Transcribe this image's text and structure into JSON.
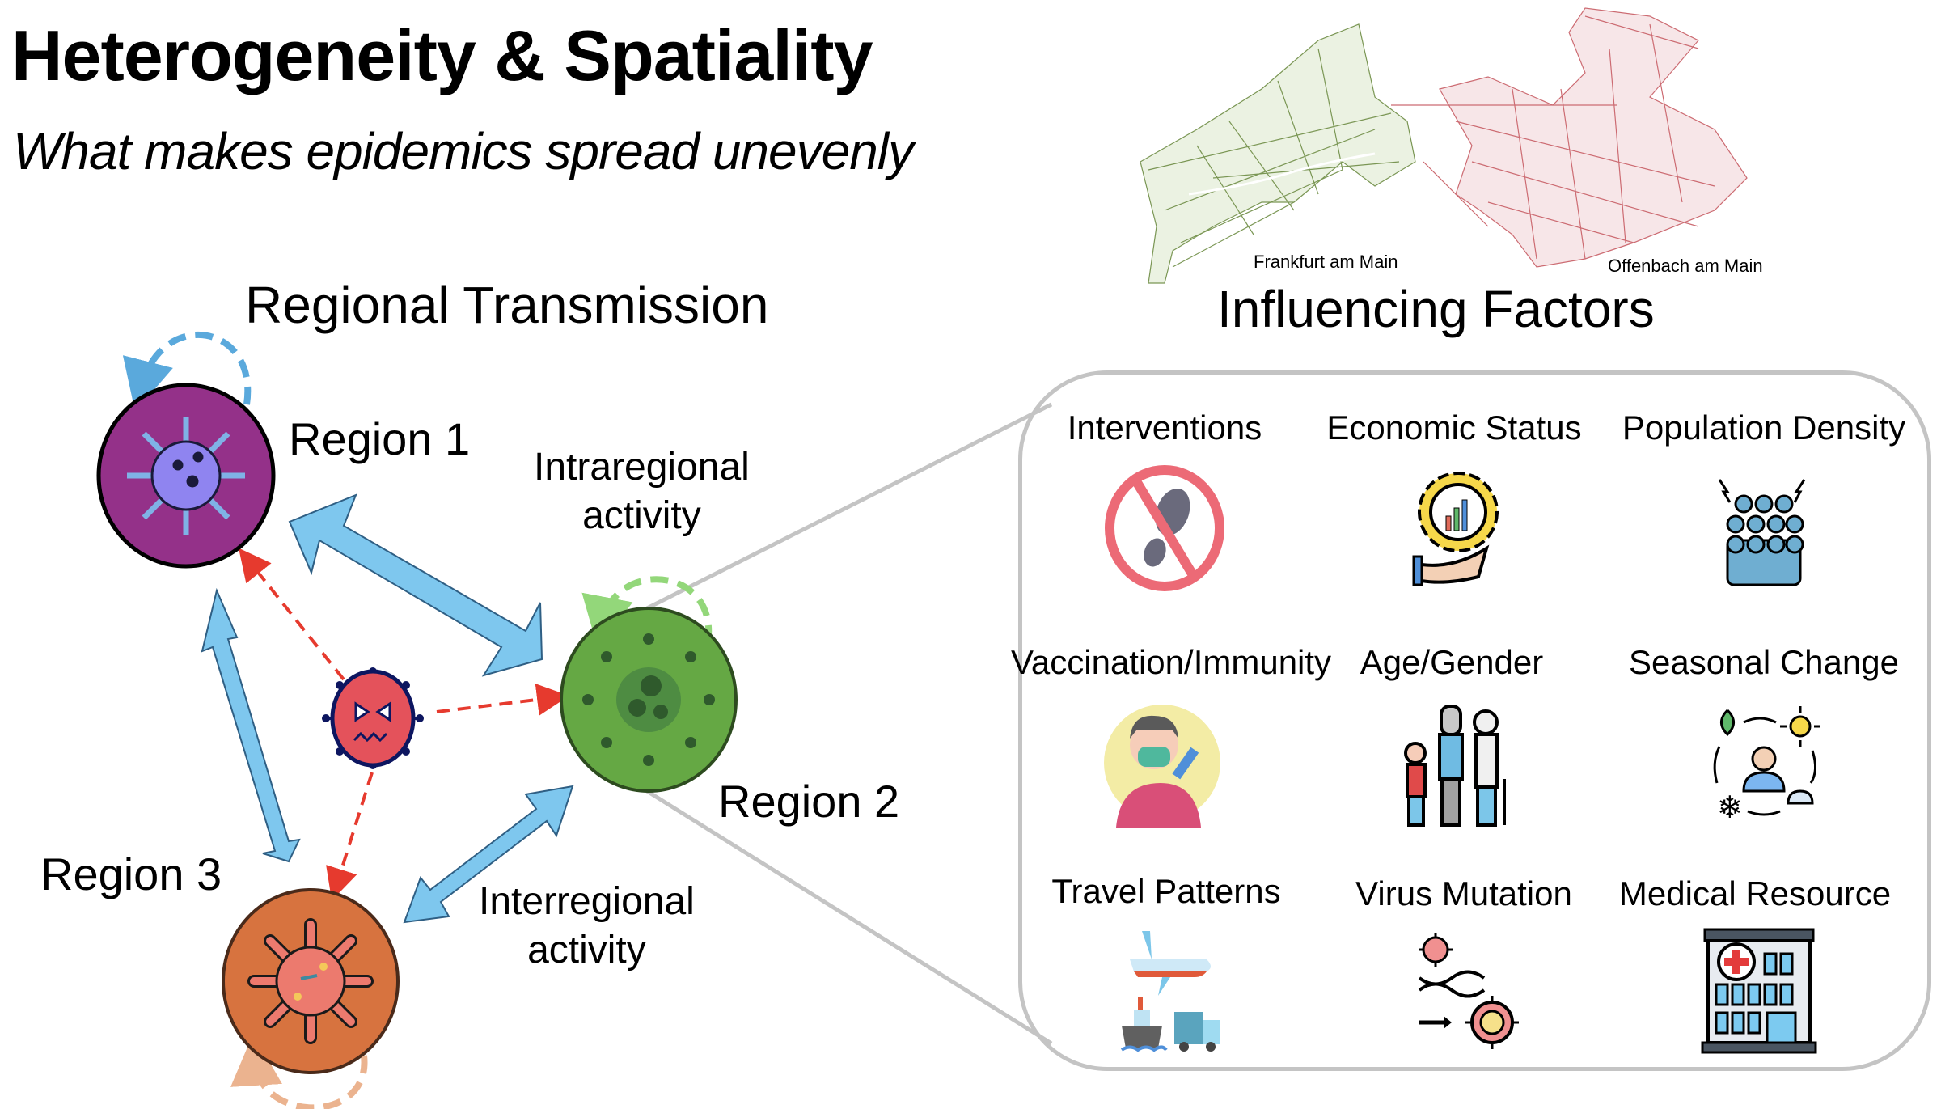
{
  "header": {
    "title": "Heterogeneity & Spatiality",
    "subtitle": "What makes epidemics spread unevenly"
  },
  "maps": [
    {
      "label": "Frankfurt am Main",
      "color": "#5a7d2a"
    },
    {
      "label": "Offenbach am Main",
      "color": "#c0474f"
    }
  ],
  "left_section": {
    "title": "Regional Transmission",
    "regions": [
      {
        "label": "Region 1",
        "fill": "#943189",
        "virus_color": "#8f84f0"
      },
      {
        "label": "Region 2",
        "fill": "#65a844",
        "virus_color": "#4e8c42"
      },
      {
        "label": "Region 3",
        "fill": "#d7733f",
        "virus_color": "#ec7a6e"
      }
    ],
    "activity_labels": {
      "intraregional_line1": "Intraregional",
      "intraregional_line2": "activity",
      "interregional_line1": "Interregional",
      "interregional_line2": "activity"
    },
    "colors": {
      "interregional_arrow": "#7ec7ee",
      "infection_path": "#e63a2e",
      "loop_region1": "#5aa9dc",
      "loop_region2": "#93d77a",
      "loop_region3": "#ebb38f",
      "pathogen": "#e4525b"
    }
  },
  "right_section": {
    "title": "Influencing Factors",
    "factors": [
      {
        "label": "Interventions",
        "icon": "no-footprint-icon"
      },
      {
        "label": "Economic Status",
        "icon": "gear-chart-hand-icon"
      },
      {
        "label": "Population Density",
        "icon": "crowd-icon"
      },
      {
        "label": "Vaccination/Immunity",
        "icon": "vaccinated-person-icon"
      },
      {
        "label": "Age/Gender",
        "icon": "age-groups-icon"
      },
      {
        "label": "Seasonal Change",
        "icon": "seasons-cycle-icon"
      },
      {
        "label": "Travel Patterns",
        "icon": "plane-ship-truck-icon"
      },
      {
        "label": "Virus Mutation",
        "icon": "virus-dna-mutation-icon"
      },
      {
        "label": "Medical Resource",
        "icon": "hospital-icon"
      }
    ]
  }
}
